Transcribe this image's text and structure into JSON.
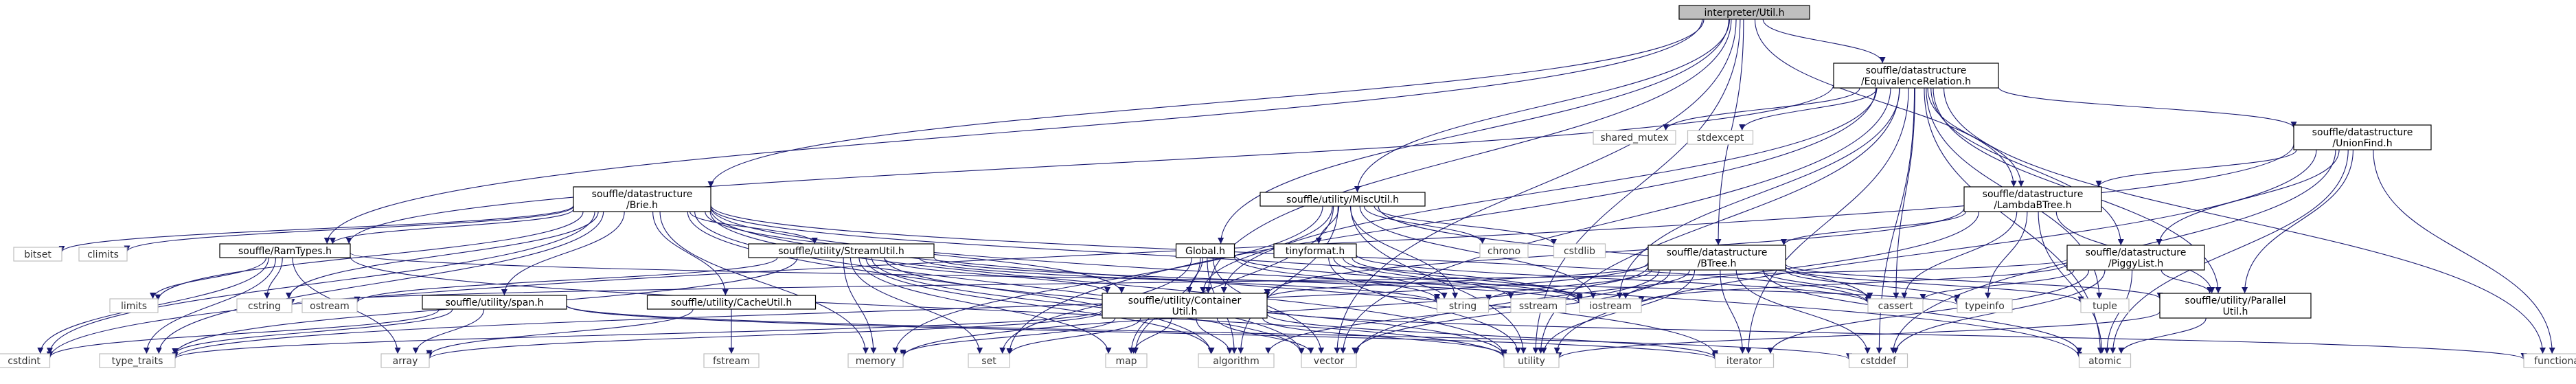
{
  "nodes": [
    {
      "id": "util",
      "lines": [
        "interpreter/Util.h"
      ],
      "kind": "root"
    },
    {
      "id": "equiv",
      "lines": [
        "souffle/datastructure",
        "/EquivalenceRelation.h"
      ],
      "kind": "internal"
    },
    {
      "id": "brie",
      "lines": [
        "souffle/datastructure",
        "/Brie.h"
      ],
      "kind": "internal"
    },
    {
      "id": "ramtypes",
      "lines": [
        "souffle/RamTypes.h"
      ],
      "kind": "internal"
    },
    {
      "id": "streamutil",
      "lines": [
        "souffle/utility/StreamUtil.h"
      ],
      "kind": "internal"
    },
    {
      "id": "span",
      "lines": [
        "souffle/utility/span.h"
      ],
      "kind": "internal"
    },
    {
      "id": "cacheutil",
      "lines": [
        "souffle/utility/CacheUtil.h"
      ],
      "kind": "internal"
    },
    {
      "id": "miscutil",
      "lines": [
        "souffle/utility/MiscUtil.h"
      ],
      "kind": "internal"
    },
    {
      "id": "tinyformat",
      "lines": [
        "tinyformat.h"
      ],
      "kind": "internal"
    },
    {
      "id": "global",
      "lines": [
        "Global.h"
      ],
      "kind": "internal"
    },
    {
      "id": "container",
      "lines": [
        "souffle/utility/Container",
        "Util.h"
      ],
      "kind": "internal"
    },
    {
      "id": "btree",
      "lines": [
        "souffle/datastructure",
        "/BTree.h"
      ],
      "kind": "internal"
    },
    {
      "id": "lambdabtree",
      "lines": [
        "souffle/datastructure",
        "/LambdaBTree.h"
      ],
      "kind": "internal"
    },
    {
      "id": "unionfind",
      "lines": [
        "souffle/datastructure",
        "/UnionFind.h"
      ],
      "kind": "internal"
    },
    {
      "id": "piggylist",
      "lines": [
        "souffle/datastructure",
        "/PiggyList.h"
      ],
      "kind": "internal"
    },
    {
      "id": "parallelutil",
      "lines": [
        "souffle/utility/Parallel",
        "Util.h"
      ],
      "kind": "internal"
    },
    {
      "id": "bitset",
      "lines": [
        "bitset"
      ],
      "kind": "external"
    },
    {
      "id": "climits",
      "lines": [
        "climits"
      ],
      "kind": "external"
    },
    {
      "id": "limits",
      "lines": [
        "limits"
      ],
      "kind": "external"
    },
    {
      "id": "cstdint",
      "lines": [
        "cstdint"
      ],
      "kind": "external"
    },
    {
      "id": "type_traits",
      "lines": [
        "type_traits"
      ],
      "kind": "external"
    },
    {
      "id": "cstring",
      "lines": [
        "cstring"
      ],
      "kind": "external"
    },
    {
      "id": "ostream",
      "lines": [
        "ostream"
      ],
      "kind": "external"
    },
    {
      "id": "array",
      "lines": [
        "array"
      ],
      "kind": "external"
    },
    {
      "id": "fstream",
      "lines": [
        "fstream"
      ],
      "kind": "external"
    },
    {
      "id": "memory",
      "lines": [
        "memory"
      ],
      "kind": "external"
    },
    {
      "id": "set",
      "lines": [
        "set"
      ],
      "kind": "external"
    },
    {
      "id": "map",
      "lines": [
        "map"
      ],
      "kind": "external"
    },
    {
      "id": "algorithm",
      "lines": [
        "algorithm"
      ],
      "kind": "external"
    },
    {
      "id": "vector",
      "lines": [
        "vector"
      ],
      "kind": "external"
    },
    {
      "id": "utility",
      "lines": [
        "utility"
      ],
      "kind": "external"
    },
    {
      "id": "string",
      "lines": [
        "string"
      ],
      "kind": "external"
    },
    {
      "id": "sstream",
      "lines": [
        "sstream"
      ],
      "kind": "external"
    },
    {
      "id": "iostream",
      "lines": [
        "iostream"
      ],
      "kind": "external"
    },
    {
      "id": "chrono",
      "lines": [
        "chrono"
      ],
      "kind": "external"
    },
    {
      "id": "cstdlib",
      "lines": [
        "cstdlib"
      ],
      "kind": "external"
    },
    {
      "id": "cassert",
      "lines": [
        "cassert"
      ],
      "kind": "external"
    },
    {
      "id": "typeinfo",
      "lines": [
        "typeinfo"
      ],
      "kind": "external"
    },
    {
      "id": "tuple",
      "lines": [
        "tuple"
      ],
      "kind": "external"
    },
    {
      "id": "iterator",
      "lines": [
        "iterator"
      ],
      "kind": "external"
    },
    {
      "id": "cstddef",
      "lines": [
        "cstddef"
      ],
      "kind": "external"
    },
    {
      "id": "atomic",
      "lines": [
        "atomic"
      ],
      "kind": "external"
    },
    {
      "id": "functional",
      "lines": [
        "functional"
      ],
      "kind": "external"
    },
    {
      "id": "shared_mutex",
      "lines": [
        "shared_mutex"
      ],
      "kind": "external"
    },
    {
      "id": "stdexcept",
      "lines": [
        "stdexcept"
      ],
      "kind": "external"
    }
  ],
  "edges": [
    [
      "util",
      "equiv"
    ],
    [
      "util",
      "brie"
    ],
    [
      "util",
      "ramtypes"
    ],
    [
      "util",
      "miscutil"
    ],
    [
      "util",
      "global"
    ],
    [
      "util",
      "container"
    ],
    [
      "util",
      "btree"
    ],
    [
      "util",
      "lambdabtree"
    ],
    [
      "util",
      "vector"
    ],
    [
      "util",
      "utility"
    ],
    [
      "equiv",
      "shared_mutex"
    ],
    [
      "equiv",
      "stdexcept"
    ],
    [
      "equiv",
      "lambdabtree"
    ],
    [
      "equiv",
      "unionfind"
    ],
    [
      "equiv",
      "piggylist"
    ],
    [
      "equiv",
      "parallelutil"
    ],
    [
      "equiv",
      "container"
    ],
    [
      "equiv",
      "cassert"
    ],
    [
      "equiv",
      "iostream"
    ],
    [
      "equiv",
      "set"
    ],
    [
      "equiv",
      "vector"
    ],
    [
      "equiv",
      "utility"
    ],
    [
      "equiv",
      "atomic"
    ],
    [
      "equiv",
      "functional"
    ],
    [
      "equiv",
      "cstddef"
    ],
    [
      "equiv",
      "iterator"
    ],
    [
      "equiv",
      "tuple"
    ],
    [
      "equiv",
      "ramtypes"
    ],
    [
      "brie",
      "bitset"
    ],
    [
      "brie",
      "climits"
    ],
    [
      "brie",
      "limits"
    ],
    [
      "brie",
      "cstdint"
    ],
    [
      "brie",
      "type_traits"
    ],
    [
      "brie",
      "ramtypes"
    ],
    [
      "brie",
      "streamutil"
    ],
    [
      "brie",
      "span"
    ],
    [
      "brie",
      "cacheutil"
    ],
    [
      "brie",
      "container"
    ],
    [
      "brie",
      "cstring"
    ],
    [
      "brie",
      "memory"
    ],
    [
      "brie",
      "algorithm"
    ],
    [
      "brie",
      "vector"
    ],
    [
      "brie",
      "utility"
    ],
    [
      "brie",
      "iostream"
    ],
    [
      "brie",
      "cassert"
    ],
    [
      "brie",
      "iterator"
    ],
    [
      "brie",
      "atomic"
    ],
    [
      "ramtypes",
      "cstdint"
    ],
    [
      "ramtypes",
      "limits"
    ],
    [
      "ramtypes",
      "type_traits"
    ],
    [
      "ramtypes",
      "cstring"
    ],
    [
      "ramtypes",
      "array"
    ],
    [
      "ramtypes",
      "typeinfo"
    ],
    [
      "ramtypes",
      "utility"
    ],
    [
      "streamutil",
      "container"
    ],
    [
      "streamutil",
      "ostream"
    ],
    [
      "streamutil",
      "set"
    ],
    [
      "streamutil",
      "map"
    ],
    [
      "streamutil",
      "memory"
    ],
    [
      "streamutil",
      "vector"
    ],
    [
      "streamutil",
      "utility"
    ],
    [
      "streamutil",
      "type_traits"
    ],
    [
      "streamutil",
      "string"
    ],
    [
      "streamutil",
      "algorithm"
    ],
    [
      "streamutil",
      "iostream"
    ],
    [
      "span",
      "cstdint"
    ],
    [
      "span",
      "type_traits"
    ],
    [
      "span",
      "array"
    ],
    [
      "span",
      "cstddef"
    ],
    [
      "span",
      "iterator"
    ],
    [
      "cacheutil",
      "fstream"
    ],
    [
      "cacheutil",
      "array"
    ],
    [
      "miscutil",
      "tinyformat"
    ],
    [
      "miscutil",
      "chrono"
    ],
    [
      "miscutil",
      "cstdlib"
    ],
    [
      "miscutil",
      "iostream"
    ],
    [
      "miscutil",
      "memory"
    ],
    [
      "miscutil",
      "container"
    ],
    [
      "miscutil",
      "cassert"
    ],
    [
      "miscutil",
      "utility"
    ],
    [
      "miscutil",
      "algorithm"
    ],
    [
      "miscutil",
      "map"
    ],
    [
      "miscutil",
      "string"
    ],
    [
      "tinyformat",
      "cassert"
    ],
    [
      "tinyformat",
      "iostream"
    ],
    [
      "tinyformat",
      "sstream"
    ],
    [
      "tinyformat",
      "string"
    ],
    [
      "tinyformat",
      "utility"
    ],
    [
      "global",
      "container"
    ],
    [
      "global",
      "string"
    ],
    [
      "global",
      "map"
    ],
    [
      "global",
      "vector"
    ],
    [
      "global",
      "iostream"
    ],
    [
      "global",
      "algorithm"
    ],
    [
      "global",
      "set"
    ],
    [
      "container",
      "algorithm"
    ],
    [
      "container",
      "map"
    ],
    [
      "container",
      "vector"
    ],
    [
      "container",
      "set"
    ],
    [
      "container",
      "memory"
    ],
    [
      "container",
      "utility"
    ],
    [
      "container",
      "type_traits"
    ],
    [
      "container",
      "functional"
    ],
    [
      "container",
      "iterator"
    ],
    [
      "container",
      "array"
    ],
    [
      "btree",
      "container"
    ],
    [
      "btree",
      "parallelutil"
    ],
    [
      "btree",
      "cassert"
    ],
    [
      "btree",
      "iostream"
    ],
    [
      "btree",
      "string"
    ],
    [
      "btree",
      "typeinfo"
    ],
    [
      "btree",
      "tuple"
    ],
    [
      "btree",
      "vector"
    ],
    [
      "btree",
      "iterator"
    ],
    [
      "btree",
      "cstddef"
    ],
    [
      "btree",
      "algorithm"
    ],
    [
      "btree",
      "atomic"
    ],
    [
      "btree",
      "type_traits"
    ],
    [
      "btree",
      "utility"
    ],
    [
      "btree",
      "memory"
    ],
    [
      "lambdabtree",
      "btree"
    ],
    [
      "lambdabtree",
      "parallelutil"
    ],
    [
      "lambdabtree",
      "cassert"
    ],
    [
      "lambdabtree",
      "typeinfo"
    ],
    [
      "lambdabtree",
      "vector"
    ],
    [
      "lambdabtree",
      "atomic"
    ],
    [
      "lambdabtree",
      "container"
    ],
    [
      "unionfind",
      "lambdabtree"
    ],
    [
      "unionfind",
      "piggylist"
    ],
    [
      "unionfind",
      "parallelutil"
    ],
    [
      "unionfind",
      "atomic"
    ],
    [
      "unionfind",
      "cstddef"
    ],
    [
      "unionfind",
      "functional"
    ],
    [
      "unionfind",
      "utility"
    ],
    [
      "unionfind",
      "cstdint"
    ],
    [
      "piggylist",
      "parallelutil"
    ],
    [
      "piggylist",
      "cassert"
    ],
    [
      "piggylist",
      "iostream"
    ],
    [
      "piggylist",
      "iterator"
    ],
    [
      "piggylist",
      "atomic"
    ],
    [
      "piggylist",
      "cstddef"
    ],
    [
      "piggylist",
      "cstring"
    ],
    [
      "parallelutil",
      "atomic"
    ],
    [
      "parallelutil",
      "utility"
    ]
  ]
}
